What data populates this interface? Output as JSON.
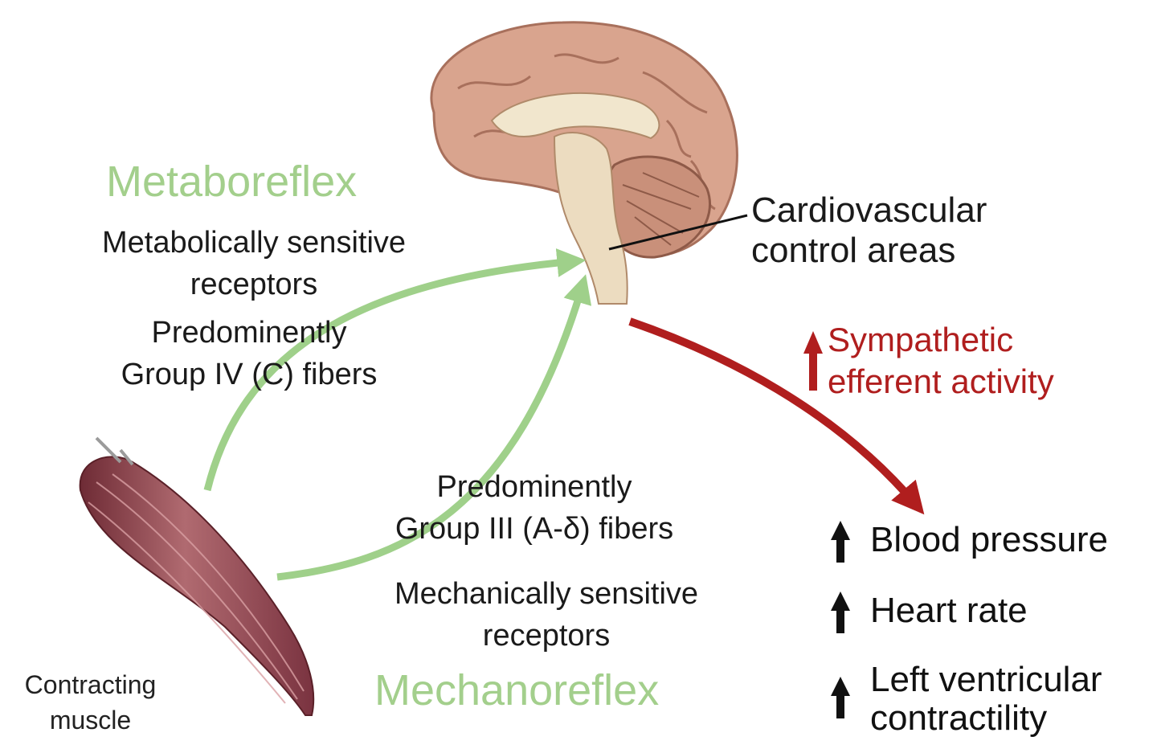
{
  "metaboreflex": {
    "title": "Metaboreflex",
    "receptors": "Metabolically sensitive\nreceptors",
    "fibers": "Predominently\nGroup IV (C) fibers"
  },
  "mechanoreflex": {
    "title": "Mechanoreflex",
    "fibers": "Predominently\nGroup III (A-δ) fibers",
    "receptors": "Mechanically sensitive\nreceptors"
  },
  "brain": {
    "label": "Cardiovascular\ncontrol areas"
  },
  "sympathetic": {
    "label": "Sympathetic\nefferent activity"
  },
  "effects": [
    {
      "label": "Blood pressure"
    },
    {
      "label": "Heart rate"
    },
    {
      "label": "Left ventricular\ncontractility"
    }
  ],
  "muscle": {
    "label": "Contracting\nmuscle"
  },
  "colors": {
    "afferent_green": "#9fd08a",
    "efferent_red": "#b01e1e",
    "brain_tan": "#d9a48e",
    "muscle_red": "#8a3b45"
  }
}
